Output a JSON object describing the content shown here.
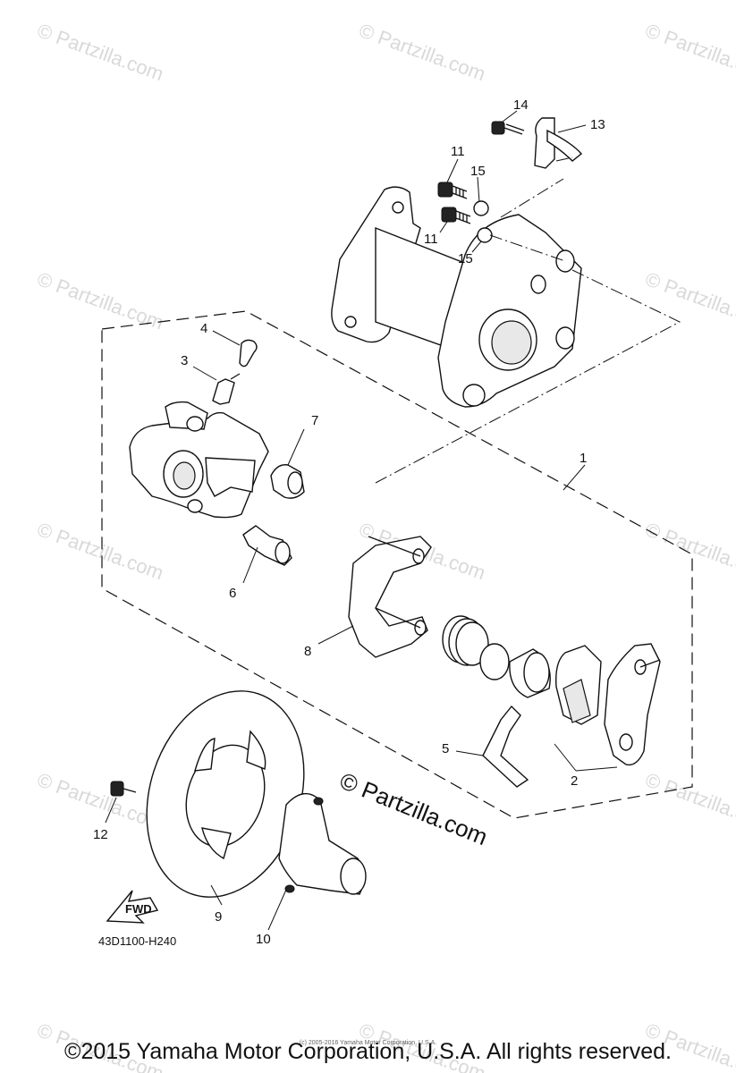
{
  "watermark_text": "© Partzilla.com",
  "brand_watermark": "© Partzilla.com",
  "diagram_code": "43D1100-H240",
  "fwd_label": "FWD",
  "copyright": "©2015 Yamaha Motor Corporation, U.S.A. All rights reserved.",
  "small_print": "(c) 2005-2016 Yamaha Motor Corporation, U.S.A.",
  "callouts": [
    "1",
    "2",
    "3",
    "4",
    "5",
    "6",
    "7",
    "8",
    "9",
    "10",
    "11",
    "11",
    "12",
    "13",
    "14",
    "15",
    "15"
  ]
}
